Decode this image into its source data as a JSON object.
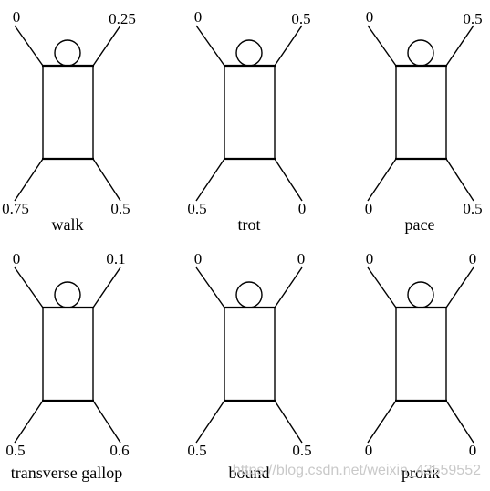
{
  "gaits": [
    {
      "name": "walk",
      "phases": {
        "front_left": "0",
        "front_right": "0.25",
        "hind_left": "0.75",
        "hind_right": "0.5"
      }
    },
    {
      "name": "trot",
      "phases": {
        "front_left": "0",
        "front_right": "0.5",
        "hind_left": "0.5",
        "hind_right": "0"
      }
    },
    {
      "name": "pace",
      "phases": {
        "front_left": "0",
        "front_right": "0.5",
        "hind_left": "0",
        "hind_right": "0.5"
      }
    },
    {
      "name": "transverse gallop",
      "phases": {
        "front_left": "0",
        "front_right": "0.1",
        "hind_left": "0.5",
        "hind_right": "0.6"
      }
    },
    {
      "name": "bound",
      "phases": {
        "front_left": "0",
        "front_right": "0",
        "hind_left": "0.5",
        "hind_right": "0.5"
      }
    },
    {
      "name": "pronk",
      "phases": {
        "front_left": "0",
        "front_right": "0",
        "hind_left": "0",
        "hind_right": "0"
      }
    }
  ],
  "watermark": "https://blog.csdn.net/weixin_43559552"
}
